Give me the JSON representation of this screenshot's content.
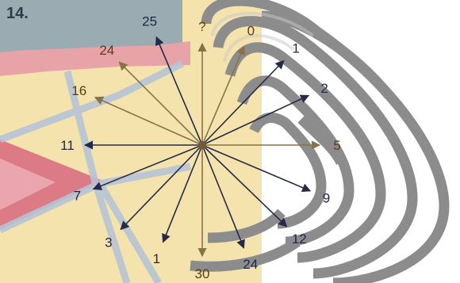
{
  "puzzle": {
    "number_label": "14."
  },
  "colors": {
    "arrow_brown": "#8a7248",
    "arrow_dark": "#252a48",
    "label_brown": "#5c3a1c",
    "label_dark": "#22264a",
    "question_color": "#6b4a1c"
  },
  "arrows": [
    {
      "id": "top-question",
      "label": "?",
      "angle_deg": 90,
      "tone": "brown"
    },
    {
      "id": "up-right-0",
      "label": "0",
      "angle_deg": 67,
      "tone": "brown"
    },
    {
      "id": "up-right-1",
      "label": "1",
      "angle_deg": 46,
      "tone": "dark"
    },
    {
      "id": "right-2",
      "label": "2",
      "angle_deg": 25,
      "tone": "dark"
    },
    {
      "id": "right-5",
      "label": "5",
      "angle_deg": 0,
      "tone": "brown"
    },
    {
      "id": "down-right-9",
      "label": "9",
      "angle_deg": -23,
      "tone": "dark"
    },
    {
      "id": "down-right-12",
      "label": "12",
      "angle_deg": -44,
      "tone": "dark"
    },
    {
      "id": "down-24",
      "label": "24",
      "angle_deg": -68,
      "tone": "dark"
    },
    {
      "id": "down-30",
      "label": "30",
      "angle_deg": -90,
      "tone": "brown"
    },
    {
      "id": "down-left-1",
      "label": "1",
      "angle_deg": -112,
      "tone": "dark"
    },
    {
      "id": "down-left-3",
      "label": "3",
      "angle_deg": -134,
      "tone": "dark"
    },
    {
      "id": "left-7",
      "label": "7",
      "angle_deg": -158,
      "tone": "dark"
    },
    {
      "id": "left-11",
      "label": "11",
      "angle_deg": 180,
      "tone": "dark"
    },
    {
      "id": "up-left-16",
      "label": "16",
      "angle_deg": 156,
      "tone": "brown"
    },
    {
      "id": "up-left-24",
      "label": "24",
      "angle_deg": 135,
      "tone": "brown"
    },
    {
      "id": "up-left-25",
      "label": "25",
      "angle_deg": 113,
      "tone": "dark"
    }
  ]
}
